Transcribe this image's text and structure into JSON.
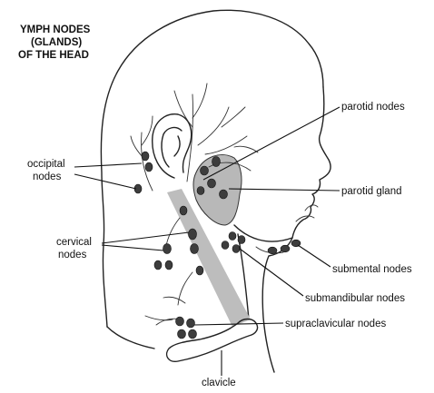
{
  "diagram": {
    "title_lines": [
      "YMPH NODES",
      "(GLANDS)",
      "OF THE HEAD"
    ],
    "labels": {
      "parotid_nodes": "parotid nodes",
      "occipital_nodes": [
        "occipital",
        "nodes"
      ],
      "parotid_gland": "parotid gland",
      "cervical_nodes": [
        "cervical",
        "nodes"
      ],
      "submental_nodes": "submental nodes",
      "submandibular_nodes": "submandibular nodes",
      "supraclavicular_nodes": "supraclavicular nodes",
      "clavicle": "clavicle"
    }
  }
}
